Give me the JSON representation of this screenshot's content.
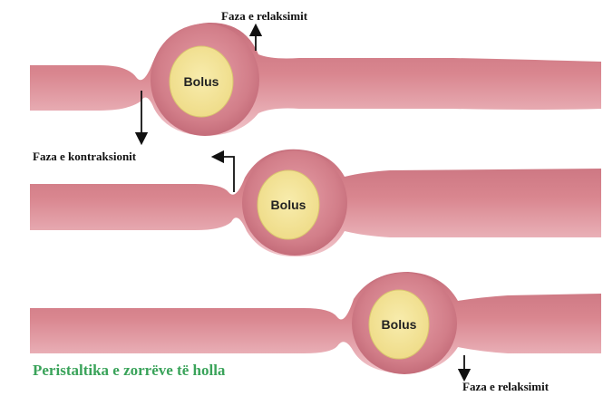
{
  "labels": {
    "relaxation_top": "Faza e relaksimit",
    "contraction": "Faza e kontraksionit",
    "relaxation_bottom": "Faza e relaksimit"
  },
  "boluses": [
    "Bolus",
    "Bolus",
    "Bolus"
  ],
  "caption": "Peristaltika e zorrëve të holla",
  "colors": {
    "intestine": "#d9868f",
    "intestine_light": "#f0c2c8",
    "intestine_dark": "#c26a75",
    "bolus": "#f3e39a",
    "caption": "#3aa35a"
  }
}
